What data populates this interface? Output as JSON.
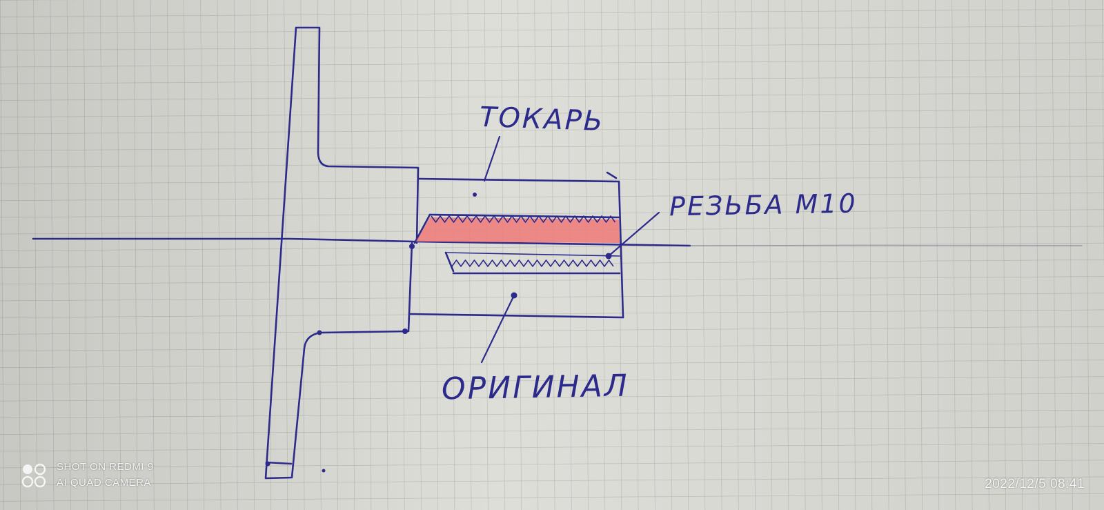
{
  "colors": {
    "paper": "#dcdcd8",
    "grid": "#bdbdb8",
    "ink": "#2c2a8a",
    "thread_fill": "#ee7a78"
  },
  "labels": {
    "tokar": "ТОКАРЬ",
    "thread": "РЕЗЬБА М10",
    "original": "ОРИГИНАЛ"
  },
  "watermark": {
    "line1": "SHOT ON REDMI 9",
    "line2": "AI QUAD CAMERA",
    "datetime": "2022/12/5 08:41"
  }
}
